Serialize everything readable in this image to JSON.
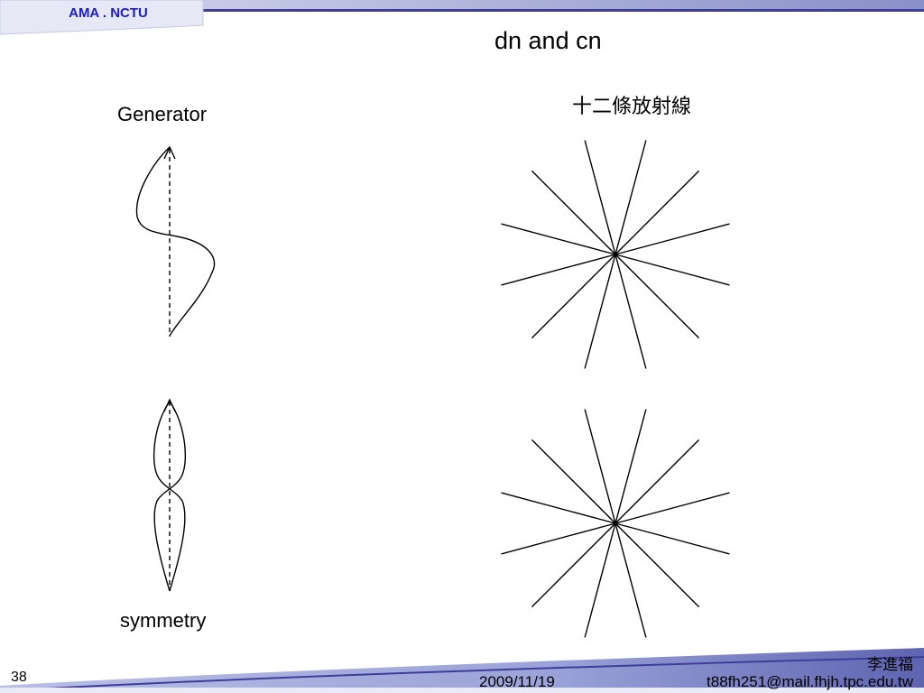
{
  "header": {
    "tag": "AMA . NCTU"
  },
  "slide": {
    "title": "dn and cn",
    "generator_label": "Generator",
    "symmetry_label": "symmetry",
    "rays_label": "十二條放射線",
    "ray_count": 12
  },
  "footer": {
    "page_number": "38",
    "date": "2009/11/19",
    "author": "李進福",
    "email": "t88fh251@mail.fhjh.tpc.edu.tw"
  },
  "colors": {
    "band_light": "#c8cee8",
    "band_dark": "#3e3e9a",
    "tag_text": "#1a1ad0"
  }
}
